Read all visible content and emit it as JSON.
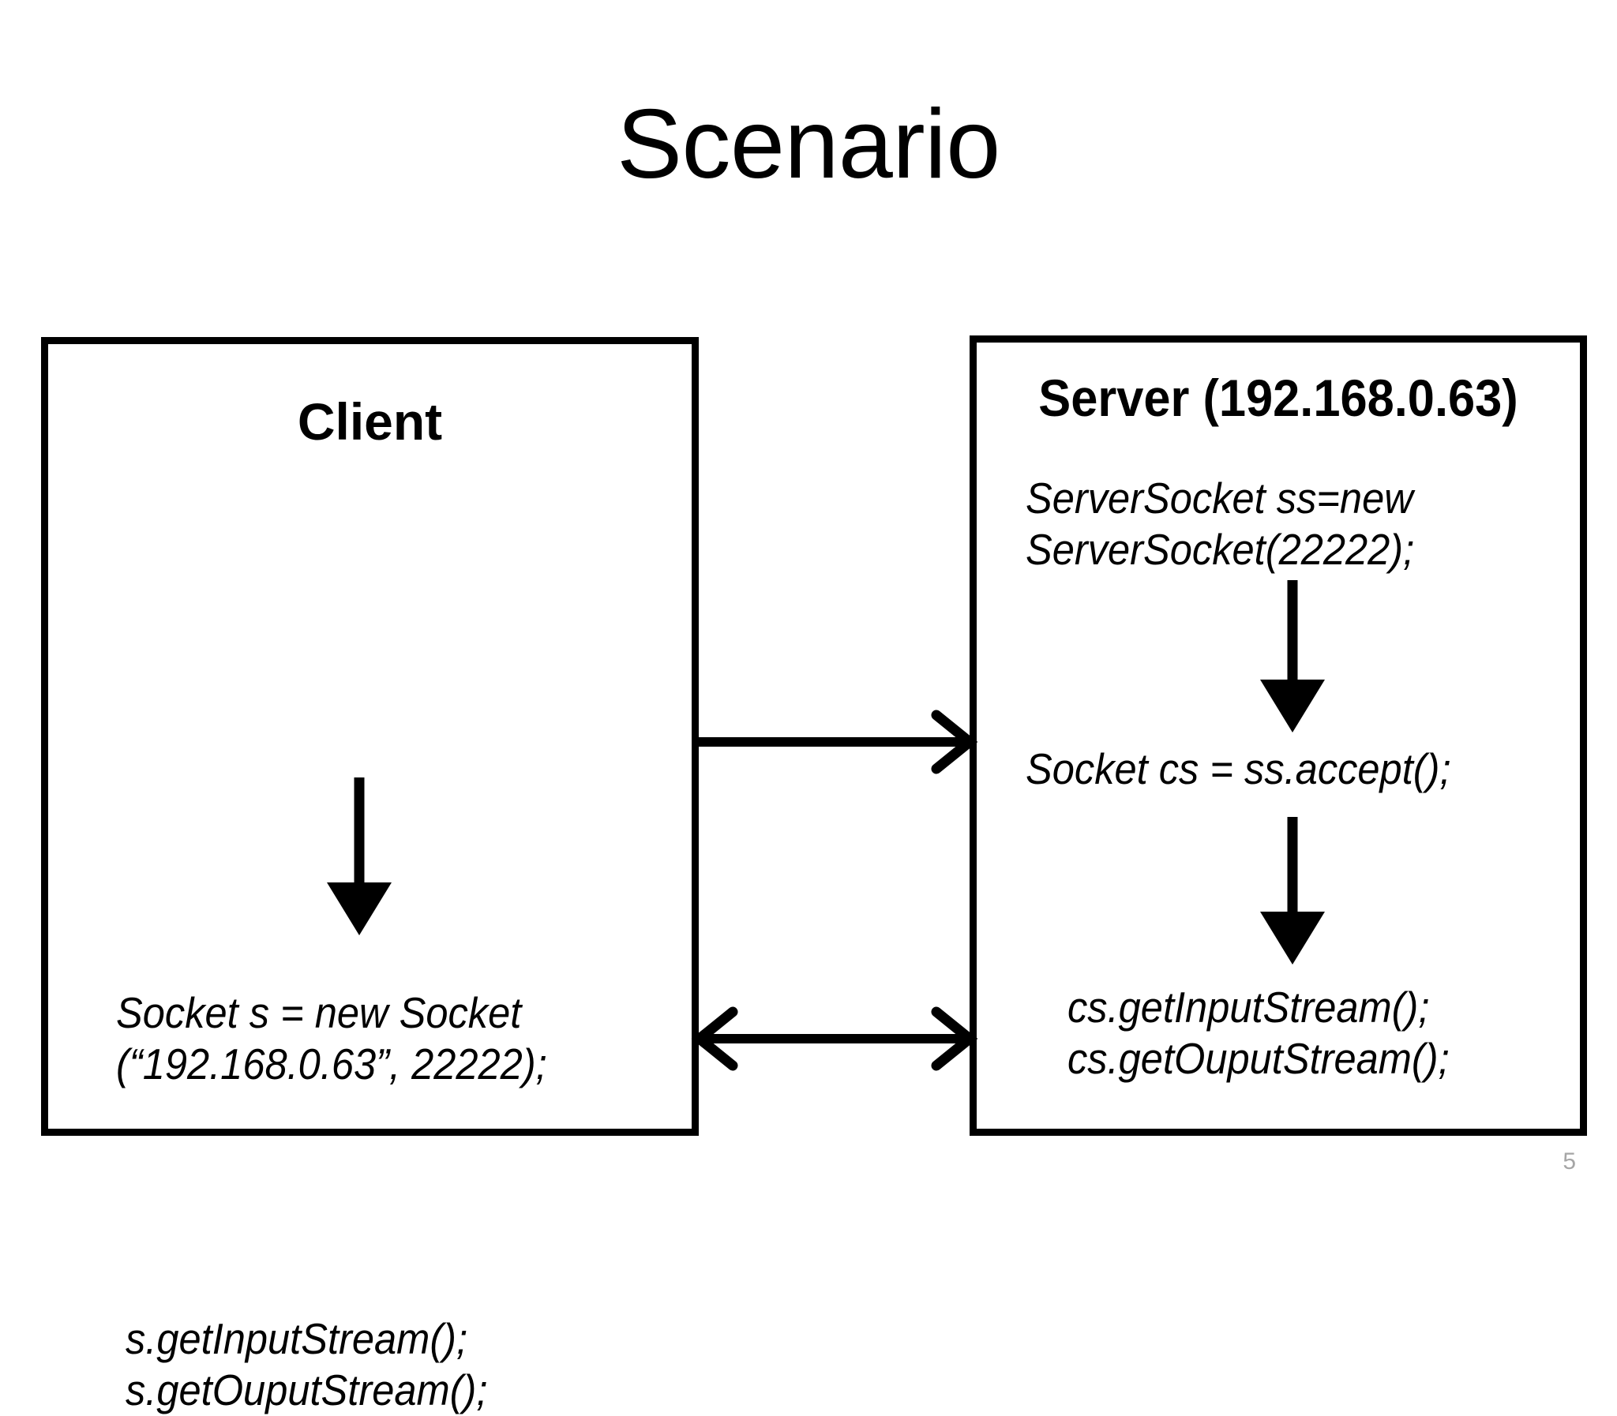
{
  "slide": {
    "title": "Scenario",
    "page_number": "5",
    "page_number_color": "#a6a6a6",
    "background_color": "#ffffff",
    "stroke_color": "#000000"
  },
  "client": {
    "heading": "Client",
    "code_create_socket": "Socket s = new Socket\n(“192.168.0.63”, 22222);",
    "code_streams": "s.getInputStream();\ns.getOuputStream();"
  },
  "server": {
    "heading": "Server (192.168.0.63)",
    "code_server_socket": "ServerSocket ss=new\nServerSocket(22222);",
    "code_accept": "Socket cs = ss.accept();",
    "code_streams": "cs.getInputStream();\ncs.getOuputStream();"
  },
  "arrows": {
    "client_down": "client-flow-down-arrow",
    "server_down_1": "server-flow-down-arrow-1",
    "server_down_2": "server-flow-down-arrow-2",
    "connect_request": "client-to-server-connect-arrow",
    "stream_exchange": "bidirectional-stream-arrow"
  }
}
